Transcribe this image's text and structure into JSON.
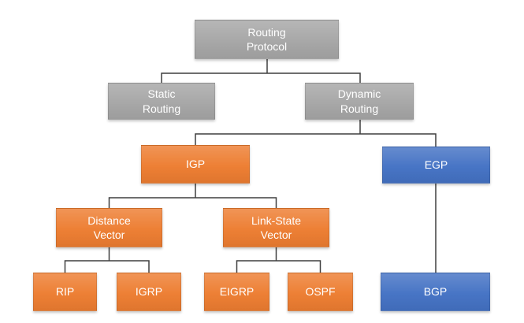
{
  "diagram": {
    "nodes": [
      {
        "id": "routing-protocol",
        "label": "Routing\nProtocol",
        "color_role": "gray"
      },
      {
        "id": "static-routing",
        "label": "Static\nRouting",
        "color_role": "gray"
      },
      {
        "id": "dynamic-routing",
        "label": "Dynamic\nRouting",
        "color_role": "gray"
      },
      {
        "id": "igp",
        "label": "IGP",
        "color_role": "orange"
      },
      {
        "id": "egp",
        "label": "EGP",
        "color_role": "blue"
      },
      {
        "id": "distance-vector",
        "label": "Distance\nVector",
        "color_role": "orange"
      },
      {
        "id": "link-state-vector",
        "label": "Link-State\nVector",
        "color_role": "orange"
      },
      {
        "id": "rip",
        "label": "RIP",
        "color_role": "orange"
      },
      {
        "id": "igrp",
        "label": "IGRP",
        "color_role": "orange"
      },
      {
        "id": "eigrp",
        "label": "EIGRP",
        "color_role": "orange"
      },
      {
        "id": "ospf",
        "label": "OSPF",
        "color_role": "orange"
      },
      {
        "id": "bgp",
        "label": "BGP",
        "color_role": "blue"
      }
    ],
    "edges": [
      [
        "routing-protocol",
        "static-routing"
      ],
      [
        "routing-protocol",
        "dynamic-routing"
      ],
      [
        "dynamic-routing",
        "igp"
      ],
      [
        "dynamic-routing",
        "egp"
      ],
      [
        "igp",
        "distance-vector"
      ],
      [
        "igp",
        "link-state-vector"
      ],
      [
        "distance-vector",
        "rip"
      ],
      [
        "distance-vector",
        "igrp"
      ],
      [
        "link-state-vector",
        "eigrp"
      ],
      [
        "link-state-vector",
        "ospf"
      ],
      [
        "egp",
        "bgp"
      ]
    ]
  },
  "colors": {
    "gray": "#a6a6a6",
    "orange": "#ed7d31",
    "blue": "#4472c4",
    "connector": "#3f3f3f",
    "text": "#ffffff",
    "background": "#ffffff"
  }
}
